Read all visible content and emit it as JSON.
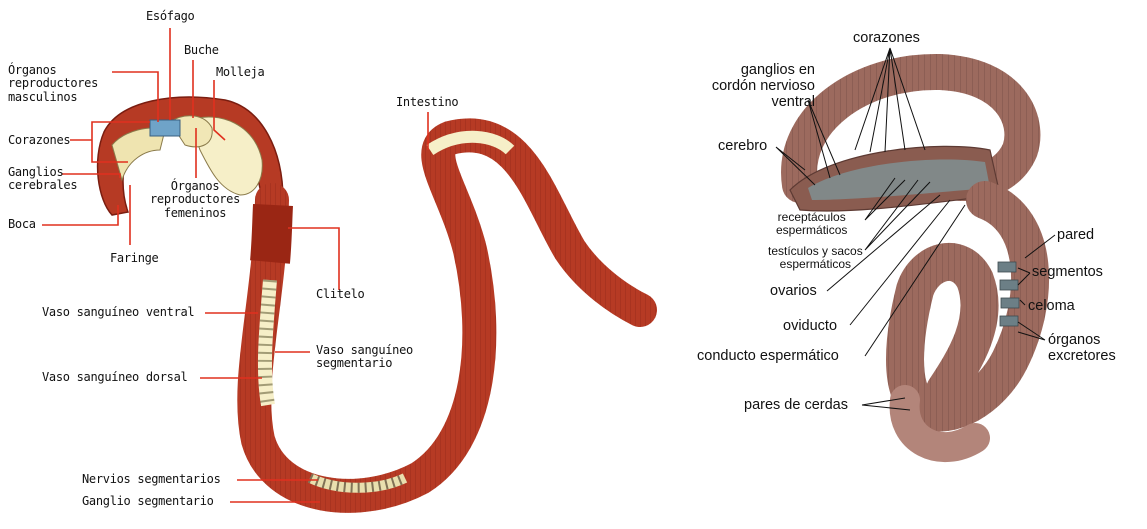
{
  "left_diagram": {
    "labels": {
      "esofago": "Esófago",
      "buche": "Buche",
      "organos_masc": "Órganos\nreproductores\nmasculinos",
      "molleja": "Molleja",
      "intestino": "Intestino",
      "corazones": "Corazones",
      "ganglios_cerebrales": "Ganglios\ncerebrales",
      "organos_fem": "Órganos\nreproductores\nfemeninos",
      "boca": "Boca",
      "faringe": "Faringe",
      "clitelo": "Clitelo",
      "vaso_ventral": "Vaso sanguíneo ventral",
      "vaso_segmentario": "Vaso sanguíneo\nsegmentario",
      "vaso_dorsal": "Vaso sanguíneo dorsal",
      "nervios_segmentarios": "Nervios segmentarios",
      "ganglio_segmentario": "Ganglio segmentario"
    },
    "colors": {
      "body": "#b63a24",
      "body_dark": "#7a1d10",
      "organ": "#f6efc8",
      "leader": "#e0301e"
    }
  },
  "right_diagram": {
    "labels": {
      "corazones": "corazones",
      "ganglios_cordon": "ganglios en\ncordón nervioso\nventral",
      "cerebro": "cerebro",
      "receptaculos": "receptáculos\nespermáticos",
      "testiculos": "testículos y sacos\nespermáticos",
      "ovarios": "ovarios",
      "oviducto": "oviducto",
      "conducto": "conducto espermático",
      "pares_cerdas": "pares de cerdas",
      "pared": "pared",
      "segmentos": "segmentos",
      "celoma": "celoma",
      "organos_excretores": "órganos\nexcretores"
    },
    "colors": {
      "body": "#9c6a5e",
      "body_light": "#c49a8c",
      "body_dark": "#5d3a33",
      "interior": "#7f8f92",
      "leader": "#111111"
    }
  }
}
